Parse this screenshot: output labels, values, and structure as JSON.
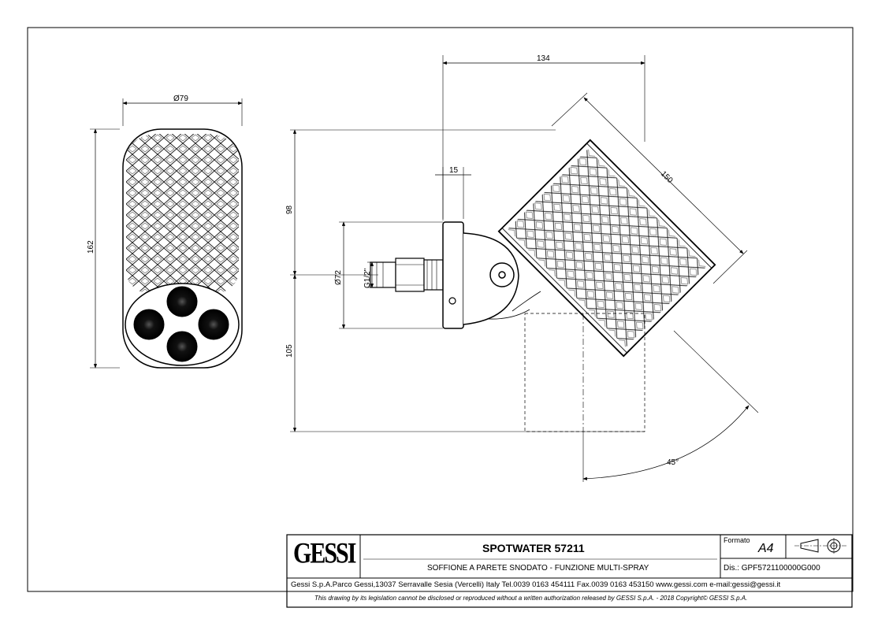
{
  "dimensions": {
    "diameter_body": "Ø79",
    "height_body": "162",
    "width_total": "134",
    "length_head": "150",
    "flange_thickness": "15",
    "upper_height": "98",
    "lower_height": "105",
    "flange_diameter": "Ø72",
    "thread": "G1/2\"",
    "rotation_angle": "45°"
  },
  "title_block": {
    "logo": "GESSI",
    "product_title": "SPOTWATER 57211",
    "product_description": "SOFFIONE A PARETE SNODATO - FUNZIONE MULTI-SPRAY",
    "format_label": "Formato",
    "format_value": "A4",
    "drawing_number": "Dis.: GPF5721100000G000",
    "company_info": "Gessi S.p.A.Parco Gessi,13037 Serravalle Sesia (Vercelli) Italy Tel.0039 0163 454111 Fax.0039 0163 453150 www.gessi.com e-mail:gessi@gessi.it",
    "legal_notice": "This drawing by its legislation cannot be disclosed or reproduced without a written authorization released by GESSI S.p.A. - 2018 Copyright© GESSI S.p.A."
  },
  "icons": {
    "projection_symbol": "first-angle-projection-icon"
  }
}
